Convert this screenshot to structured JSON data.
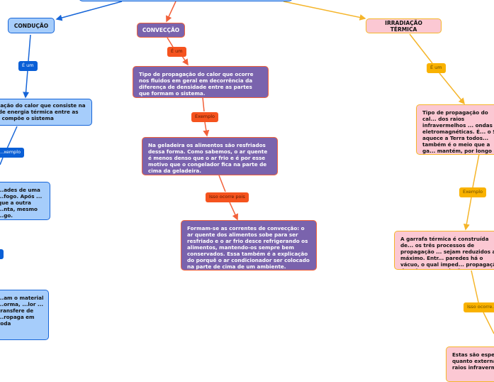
{
  "colors": {
    "conducao_fill": "#a6cdfb",
    "conducao_border": "#1665d8",
    "conducao_label": "#0a5fd6",
    "conveccao_fill": "#7a63ad",
    "conveccao_border": "#f2613a",
    "conveccao_label": "#f5531e",
    "irradiacao_fill": "#fbc8d3",
    "irradiacao_border": "#f5b52a",
    "irradiacao_label": "#f9b200"
  },
  "conducao": {
    "title": "CONDUÇÃO",
    "link1": "É um",
    "definition": "...gação do calor que consiste na ... de energia térmica entre as ...e compõe o sistema",
    "link2": "...xemplo",
    "example": "...ades de uma ...fogo. Após ... que a outra ...nta, mesmo ...go.",
    "explanation": "...am o material ...orma, ...lor ... transfere de ...ropaga em toda"
  },
  "conveccao": {
    "title": "CONVECÇÃO",
    "link1": "É um",
    "definition": "Tipo de propagação do calor que ocorre nos fluidos em geral em decorrência da diferença de densidade entre as partes que formam o sistema.",
    "link2": "Exemplo",
    "example": "Na geladeira os alimentos são resfriados dessa forma. Como sabemos, o ar quente é menos denso que o ar frio e é por esse motivo que o congelador fica na parte de cima da geladeira.",
    "link3": "Isso ocorre pois",
    "explanation": "Formam-se as correntes de convecção: o ar quente dos alimentos sobe para ser resfriado e o ar frio desce refrigerando os alimentos, mantendo-os sempre bem conservados. Essa também é a explicação do porquê o ar condicionador ser colocado na parte de cima de um ambiente."
  },
  "irradiacao": {
    "title": "IRRADIAÇÃO TÉRMICA",
    "link1": "É um",
    "definition": "Tipo de propagação do cal... dos raios infravermelhos ... ondas eletromagnéticas. É... o Sol aquece a Terra todos... também é o meio que a ga... mantém, por longo tempo... em seu interior.",
    "link2": "Exemplo",
    "example": "A garrafa térmica é construída de... os três processos de propagação ... sejam reduzidos ao máximo. Entr... paredes há o vácuo, o qual imped... propagação do calor por condução...",
    "link3": "Isso ocorre...",
    "explanation": "Estas são espel... quanto externa... raios infraverm..."
  }
}
